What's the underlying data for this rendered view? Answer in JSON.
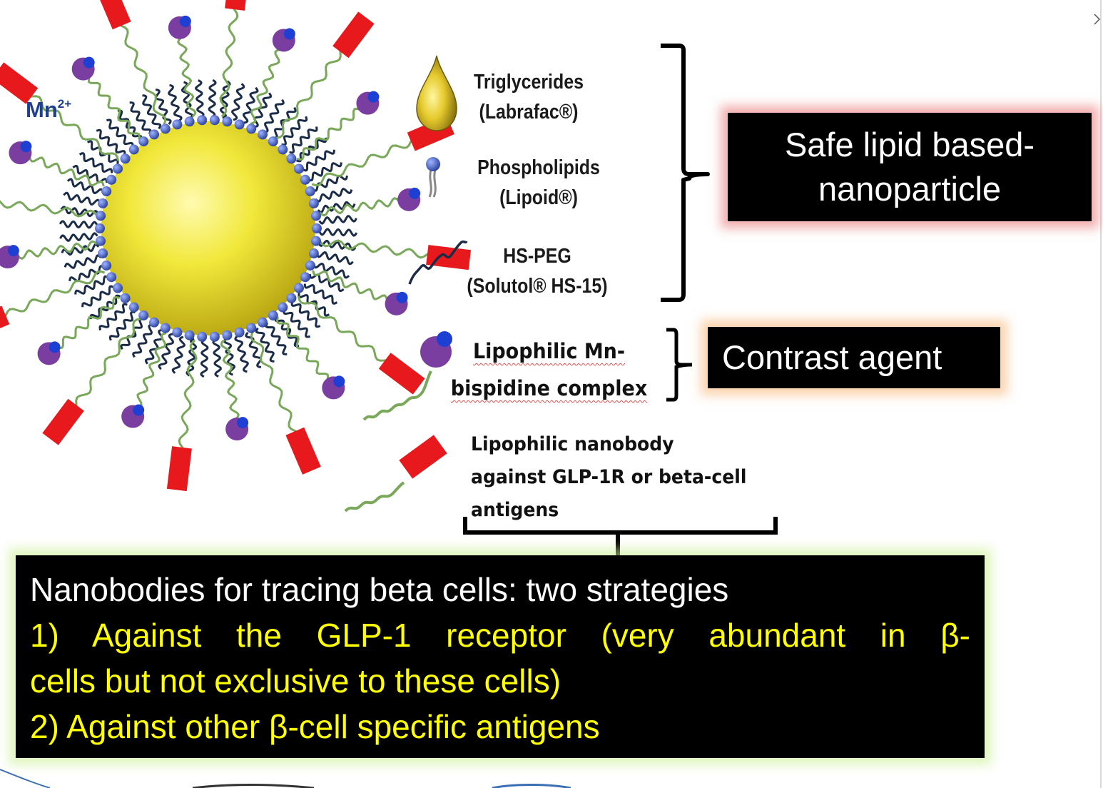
{
  "particle": {
    "ion_label": "Mn",
    "ion_charge": "2+"
  },
  "legend": {
    "triglycerides_name": "Triglycerides",
    "triglycerides_brand": "(Labrafac®)",
    "phospholipids_name": "Phospholipids",
    "phospholipids_brand": "(Lipoid®)",
    "peg_name": "HS-PEG",
    "peg_brand": "(Solutol® HS-15)",
    "complex_line1": "Lipophilic Mn-",
    "complex_line2": "bispidine complex",
    "nanobody_line1": "Lipophilic nanobody",
    "nanobody_line2": "against GLP-1R or beta-cell",
    "nanobody_line3": "antigens"
  },
  "callouts": {
    "safe_line1": "Safe lipid based-",
    "safe_line2": "nanoparticle",
    "contrast": "Contrast agent"
  },
  "strategies": {
    "heading": "Nanobodies for tracing beta cells: two strategies",
    "item1_line1": "1) Against the GLP-1 receptor (very abundant in β-",
    "item1_line2": "cells but not exclusive to these cells)",
    "item2": "2) Against other β-cell specific antigens"
  },
  "colors": {
    "core": "#e6dc2a",
    "nanobody": "#e8191c",
    "complex_purple": "#7a3ea0",
    "complex_blue": "#1e3fd4",
    "peg_green": "#7aa85a",
    "callout_safe_glow": "#e86e6e",
    "callout_contrast_glow": "#f5b06e",
    "strategies_glow": "#cdf096",
    "strategy_text": "#ffff00"
  }
}
